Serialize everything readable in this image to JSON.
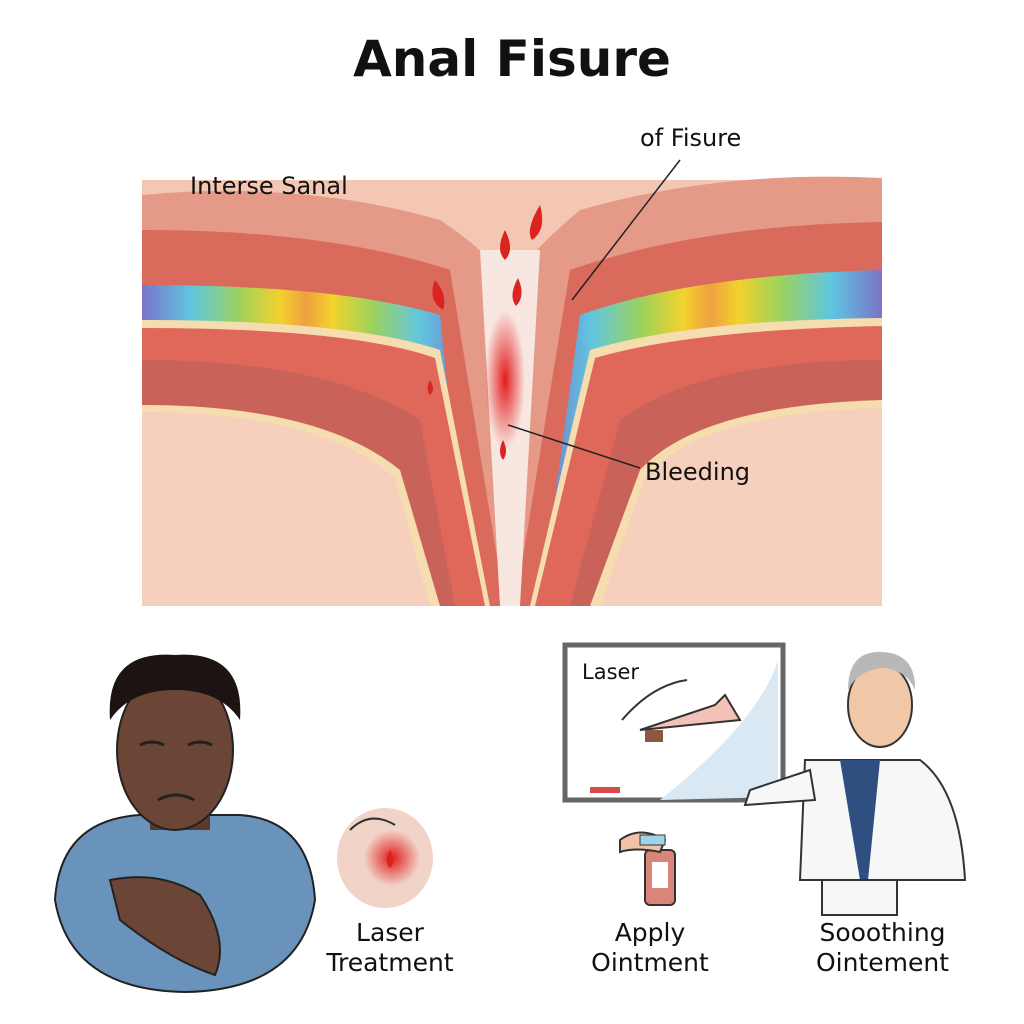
{
  "title": "Anal Fisure",
  "diagram": {
    "label_fissure": "of Fisure",
    "label_layer": "Interse Sanal",
    "label_bleeding": "Bleeding"
  },
  "panels": {
    "board_label": "Laser",
    "laser": {
      "line1": "Laser",
      "line2": "Treatment"
    },
    "apply": {
      "line1": "Apply",
      "line2": "Ointment"
    },
    "soothing": {
      "line1": "Sooothing",
      "line2": "Ointement"
    }
  },
  "colors": {
    "tissue": "#e8a08f",
    "muscle": "#d9534a",
    "fat": "#f7d8c6",
    "blood": "#d9241f"
  }
}
